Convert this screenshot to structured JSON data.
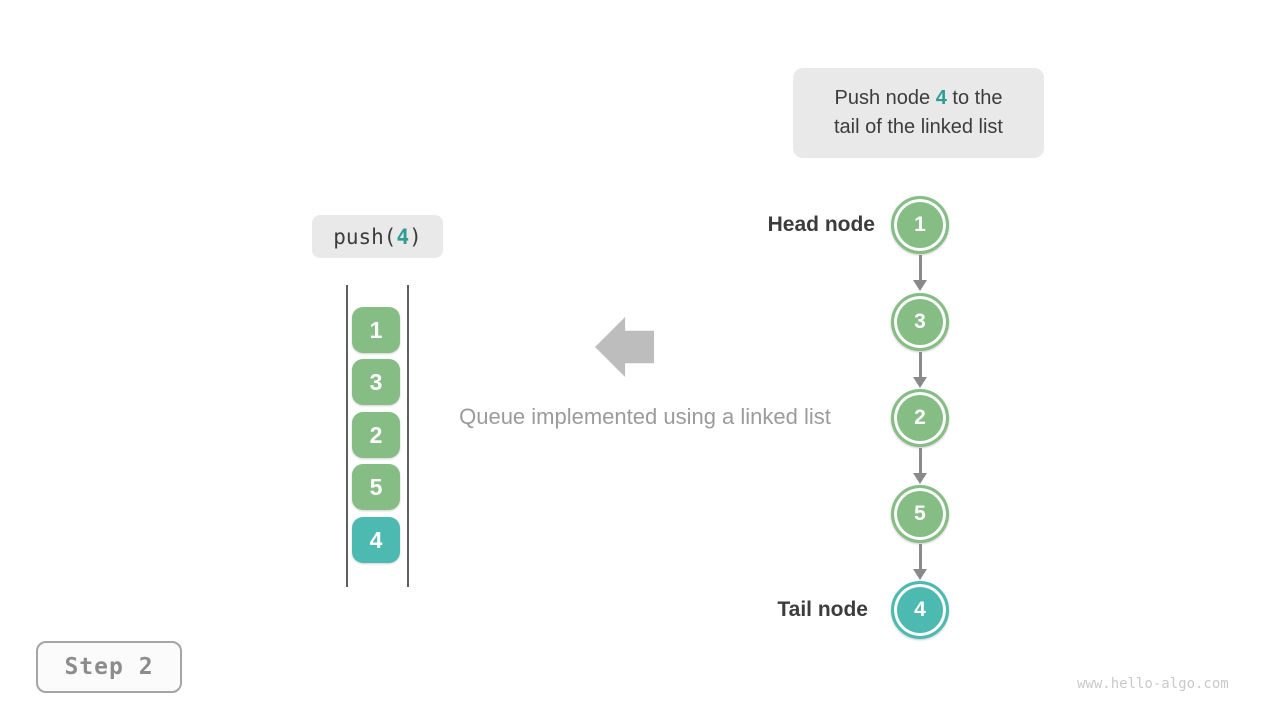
{
  "callout": {
    "line1_prefix": "Push node ",
    "accent": "4",
    "line1_suffix": " to the",
    "line2": "tail of the linked list"
  },
  "push_label": {
    "prefix": "push(",
    "accent": "4",
    "suffix": ")"
  },
  "stack": {
    "items": [
      {
        "value": "1",
        "type": "green"
      },
      {
        "value": "3",
        "type": "green"
      },
      {
        "value": "2",
        "type": "green"
      },
      {
        "value": "5",
        "type": "green"
      },
      {
        "value": "4",
        "type": "teal"
      }
    ]
  },
  "caption": "Queue implemented using a linked list",
  "linked_list": {
    "head_label": "Head node",
    "tail_label": "Tail node",
    "nodes": [
      {
        "value": "1",
        "type": "green"
      },
      {
        "value": "3",
        "type": "green"
      },
      {
        "value": "2",
        "type": "green"
      },
      {
        "value": "5",
        "type": "green"
      },
      {
        "value": "4",
        "type": "teal"
      }
    ]
  },
  "step_badge": "Step 2",
  "watermark": "www.hello-algo.com",
  "colors": {
    "green": "#85BD85",
    "teal": "#4DBAB2",
    "accent_teal": "#2F9C94",
    "callout_bg": "#E9E9E9",
    "dark_text": "#3C3C3C",
    "gray_arrow": "#8A8A8A",
    "light_gray_arrow": "#BDBDBD",
    "caption_gray": "#9B9B9B",
    "line_dark": "#5F5F5F",
    "step_border": "#A5A5A5",
    "step_text": "#8C8C8C",
    "watermark_gray": "#C9C9C9"
  }
}
